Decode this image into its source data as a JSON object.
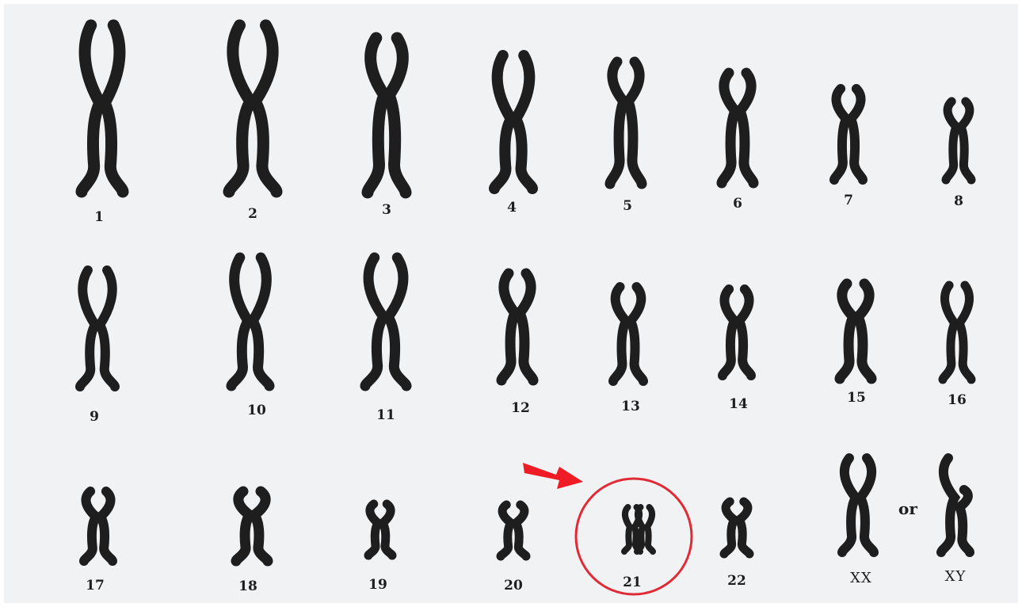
{
  "karyotype": {
    "pairs": [
      {
        "label": "1"
      },
      {
        "label": "2"
      },
      {
        "label": "3"
      },
      {
        "label": "4"
      },
      {
        "label": "5"
      },
      {
        "label": "6"
      },
      {
        "label": "7"
      },
      {
        "label": "8"
      },
      {
        "label": "9"
      },
      {
        "label": "10"
      },
      {
        "label": "11"
      },
      {
        "label": "12"
      },
      {
        "label": "13"
      },
      {
        "label": "14"
      },
      {
        "label": "15"
      },
      {
        "label": "16"
      },
      {
        "label": "17"
      },
      {
        "label": "18"
      },
      {
        "label": "19"
      },
      {
        "label": "20"
      },
      {
        "label": "21"
      },
      {
        "label": "22"
      }
    ],
    "sex": {
      "female_label": "XX",
      "or_label": "or",
      "male_label": "XY"
    },
    "highlight": {
      "pair": "21",
      "copies": 3,
      "circle_color": "#e02b36",
      "arrow_color": "#ef1c26"
    },
    "chromosome_color": "#1e1e1e"
  }
}
